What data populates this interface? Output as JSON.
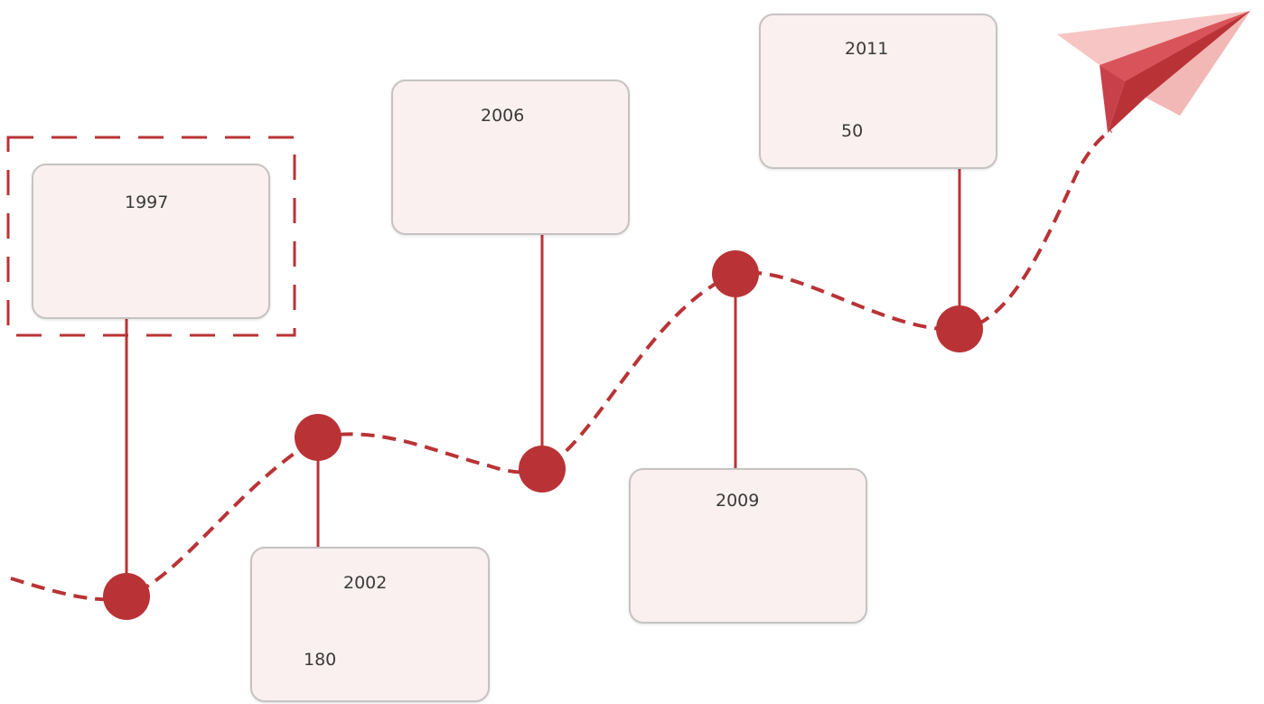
{
  "colors": {
    "accent": "#b93336",
    "card_background": "#faf0ef",
    "card_border": "#c6c3c3",
    "plane_light": "#f2b8b5",
    "plane_mid": "#d9545a",
    "plane_dark": "#b93336"
  },
  "milestones": [
    {
      "id": "1997",
      "year": "1997",
      "value": ""
    },
    {
      "id": "2002",
      "year": "2002",
      "value": "180"
    },
    {
      "id": "2006",
      "year": "2006",
      "value": ""
    },
    {
      "id": "2009",
      "year": "2009",
      "value": ""
    },
    {
      "id": "2011",
      "year": "2011",
      "value": "50"
    }
  ],
  "icons": {
    "end_marker": "paper-plane-icon"
  }
}
